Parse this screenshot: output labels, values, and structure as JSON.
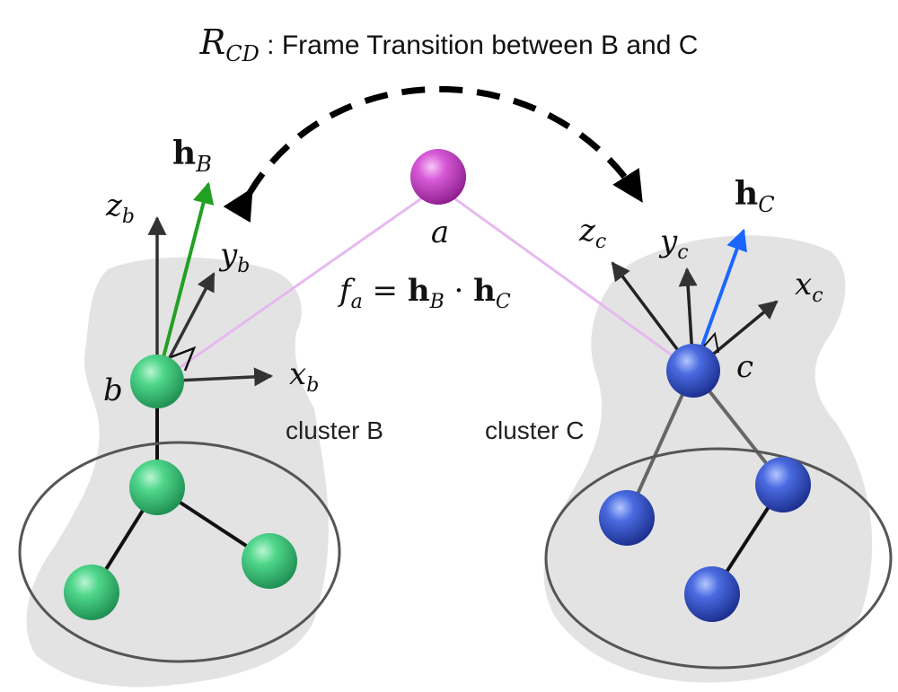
{
  "title": {
    "symbol_main": "R",
    "symbol_sub": "CD",
    "text": " : Frame Transition between B and C"
  },
  "node_a": {
    "label": "a",
    "color": "#cc44cc"
  },
  "formula": {
    "f": "f",
    "f_sub": "a",
    "eq": " = ",
    "h1": "h",
    "h1_sub": "B",
    "dot": " · ",
    "h2": "h",
    "h2_sub": "C"
  },
  "cluster_b": {
    "node_label": "b",
    "cluster_label": "cluster B",
    "color": "#33cc77",
    "vector": {
      "main": "h",
      "sub": "B",
      "color": "#22a022"
    },
    "axes": {
      "x": {
        "main": "x",
        "sub": "b"
      },
      "y": {
        "main": "y",
        "sub": "b"
      },
      "z": {
        "main": "z",
        "sub": "b"
      }
    }
  },
  "cluster_c": {
    "node_label": "c",
    "cluster_label": "cluster C",
    "color": "#3355cc",
    "vector": {
      "main": "h",
      "sub": "C",
      "color": "#1a66ff"
    },
    "axes": {
      "x": {
        "main": "x",
        "sub": "c"
      },
      "y": {
        "main": "y",
        "sub": "c"
      },
      "z": {
        "main": "z",
        "sub": "c"
      }
    }
  }
}
